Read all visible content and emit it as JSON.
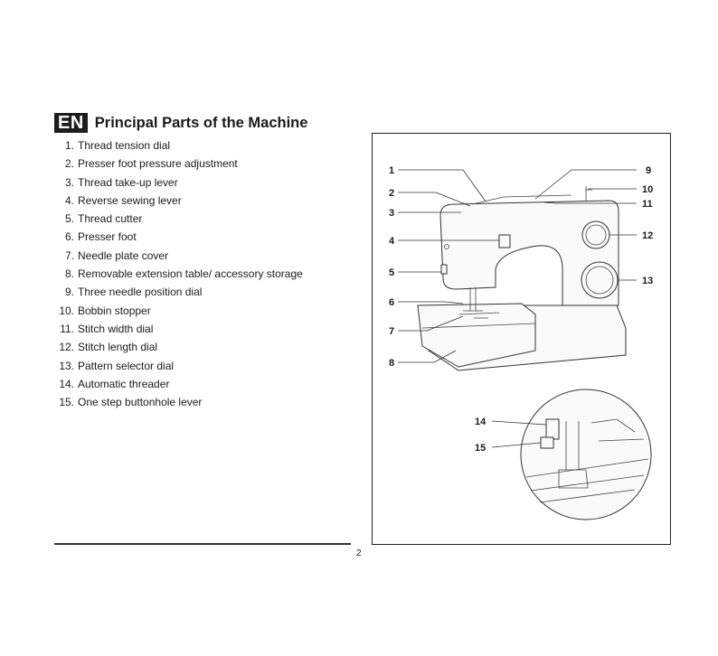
{
  "header": {
    "lang": "EN",
    "title": "Principal Parts of the Machine"
  },
  "parts": [
    {
      "num": "1.",
      "label": "Thread tension dial"
    },
    {
      "num": "2.",
      "label": "Presser foot pressure adjustment"
    },
    {
      "num": "3.",
      "label": "Thread take-up lever"
    },
    {
      "num": "4.",
      "label": "Reverse sewing lever"
    },
    {
      "num": "5.",
      "label": "Thread cutter"
    },
    {
      "num": "6.",
      "label": "Presser foot"
    },
    {
      "num": "7.",
      "label": "Needle plate cover"
    },
    {
      "num": "8.",
      "label": "Removable extension table/ accessory storage"
    },
    {
      "num": "9.",
      "label": "Three needle position dial"
    },
    {
      "num": "10.",
      "label": "Bobbin stopper"
    },
    {
      "num": "11.",
      "label": "Stitch width dial"
    },
    {
      "num": "12.",
      "label": "Stitch length dial"
    },
    {
      "num": "13.",
      "label": "Pattern selector dial"
    },
    {
      "num": "14.",
      "label": "Automatic threader"
    },
    {
      "num": "15.",
      "label": "One step buttonhole lever"
    }
  ],
  "figure": {
    "callouts": {
      "c1": "1",
      "c2": "2",
      "c3": "3",
      "c4": "4",
      "c5": "5",
      "c6": "6",
      "c7": "7",
      "c8": "8",
      "c9": "9",
      "c10": "10",
      "c11": "11",
      "c12": "12",
      "c13": "13",
      "c14": "14",
      "c15": "15"
    }
  },
  "footer": {
    "page_number": "2"
  }
}
